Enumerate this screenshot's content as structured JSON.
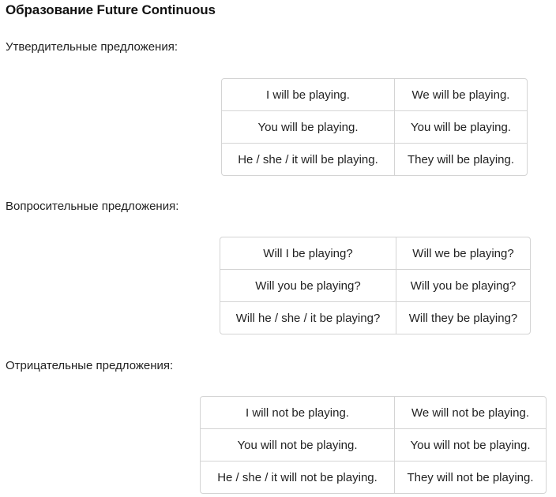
{
  "title": "Образование Future Continuous",
  "sections": [
    {
      "label": "Утвердительные предложения:",
      "rows": [
        [
          "I will be playing.",
          "We will be playing."
        ],
        [
          "You will be playing.",
          "You will be playing."
        ],
        [
          "He / she / it will be playing.",
          "They will be playing."
        ]
      ]
    },
    {
      "label": "Вопросительные предложения:",
      "rows": [
        [
          "Will I be playing?",
          "Will we be playing?"
        ],
        [
          "Will you be playing?",
          "Will you be playing?"
        ],
        [
          "Will he / she / it be playing?",
          "Will they be playing?"
        ]
      ]
    },
    {
      "label": "Отрицательные предложения:",
      "rows": [
        [
          "I will not be playing.",
          "We will not be playing."
        ],
        [
          "You will not be playing.",
          "You will not be playing."
        ],
        [
          "He / she / it will not be playing.",
          "They will not be playing."
        ]
      ]
    }
  ]
}
